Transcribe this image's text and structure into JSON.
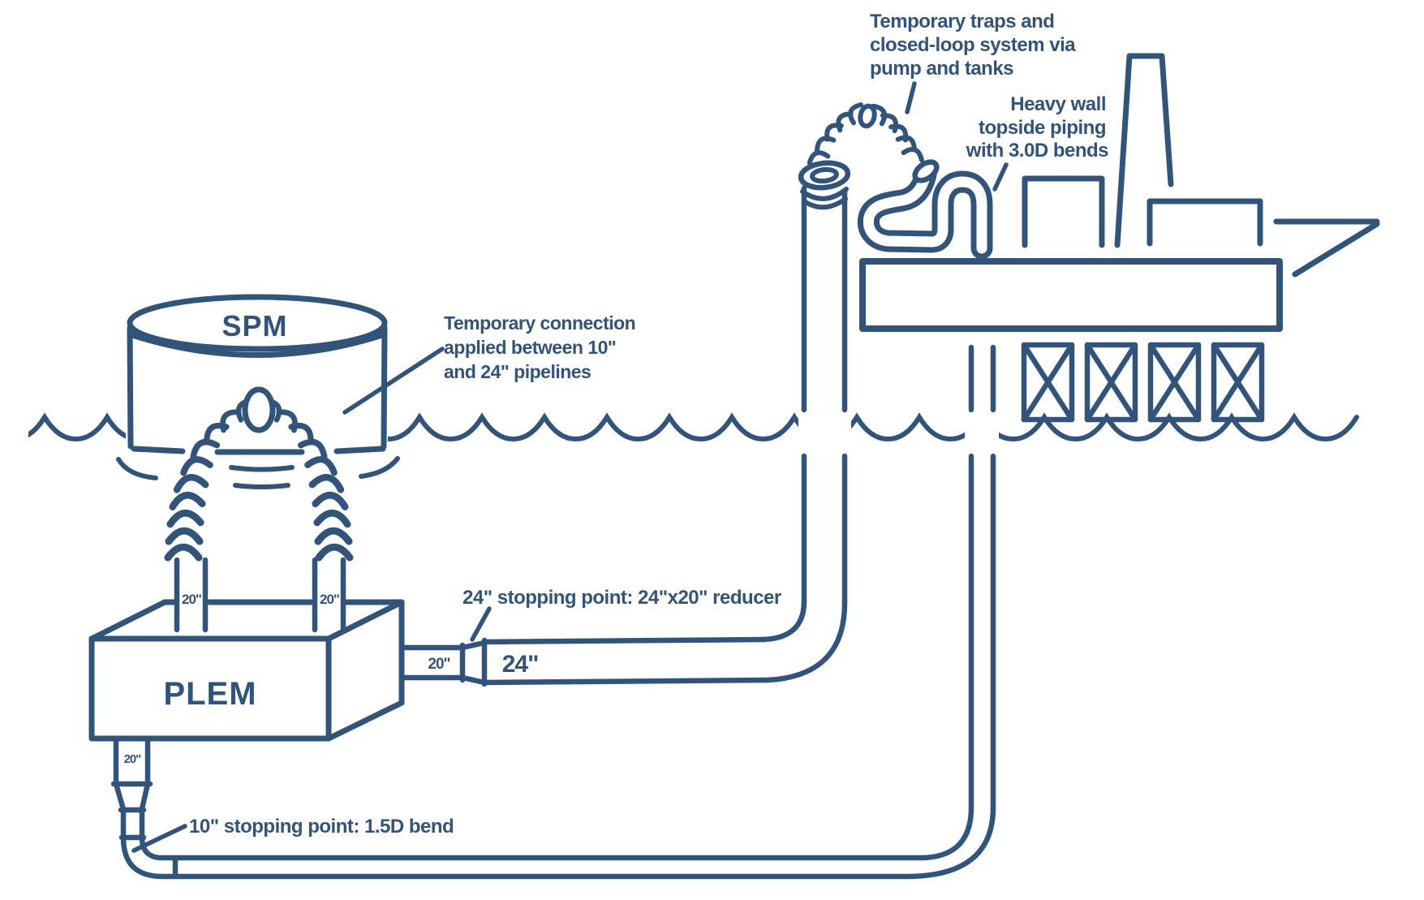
{
  "colors": {
    "ink": "#33547A",
    "background": "#ffffff"
  },
  "labels": {
    "traps_note": {
      "lines": [
        "Temporary traps and",
        "closed-loop system via",
        "pump and tanks"
      ]
    },
    "heavy_wall_note": {
      "lines": [
        "Heavy wall",
        "topside piping",
        "with 3.0D bends"
      ]
    },
    "temp_connection_note": {
      "lines": [
        "Temporary connection",
        "applied between 10\"",
        "and 24\" pipelines"
      ]
    },
    "reducer_note": "24\" stopping point: 24\"x20\" reducer",
    "bend_note": "10\" stopping point: 1.5D bend",
    "spm": "SPM",
    "plem": "PLEM",
    "pipe_sizes": {
      "riser_left": "20\"",
      "riser_right": "20\"",
      "stub_right": "20\"",
      "stub_bottom": "20\"",
      "main_line": "24\""
    }
  }
}
